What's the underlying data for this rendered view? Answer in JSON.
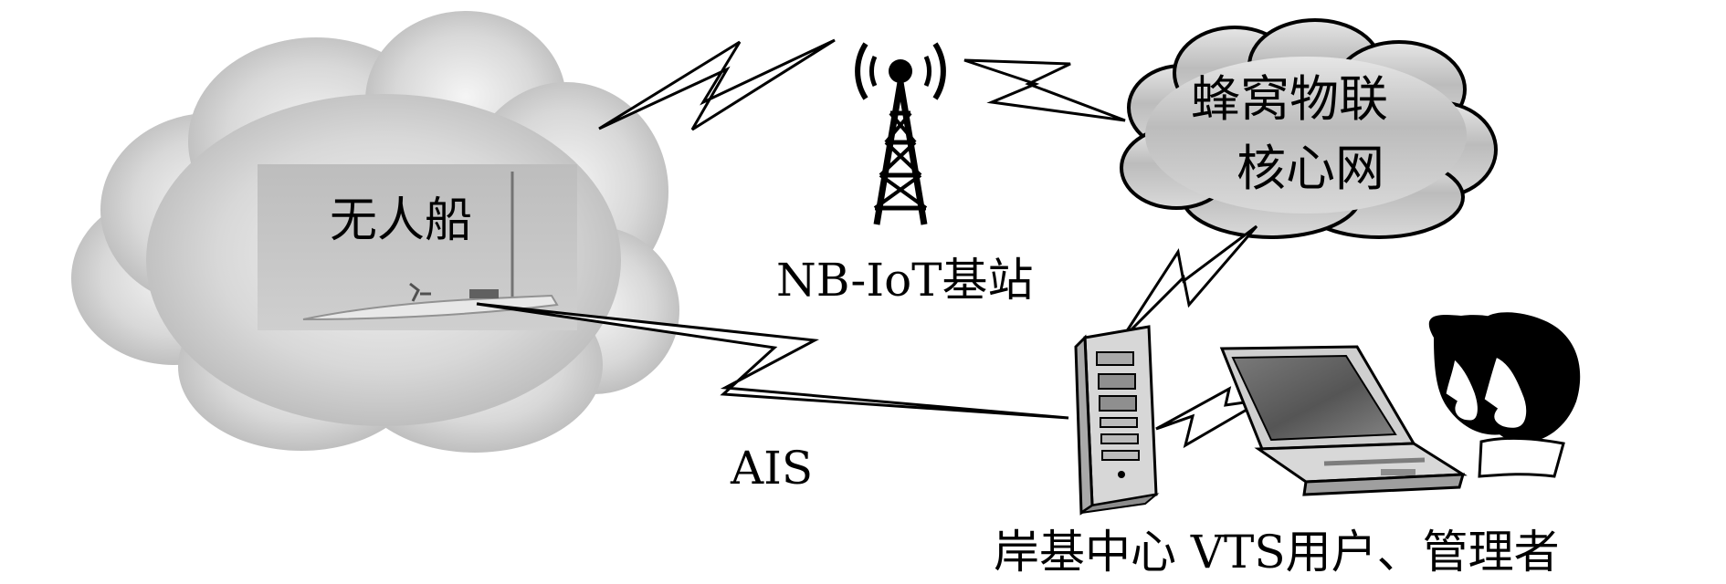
{
  "labels": {
    "boat": "无人船",
    "core_line1": "蜂窝物联",
    "core_line2": "核心网",
    "base_station": "NB-IoT基站",
    "ais": "AIS",
    "shore": "岸基中心  VTS用户、管理者"
  },
  "icons": [
    "cloud-icon",
    "boat-icon",
    "cell-tower-icon",
    "lightning-bolt-icon",
    "server-icon",
    "laptop-icon",
    "user-icon"
  ],
  "colors": {
    "line": "#000000",
    "cloud_edge": "#8a8a8a",
    "cloud_center": "#f2f2f2",
    "cloud_outer": "#b9b9b9",
    "device_body": "#c8c8c8",
    "screen": "#5f5f5f"
  }
}
